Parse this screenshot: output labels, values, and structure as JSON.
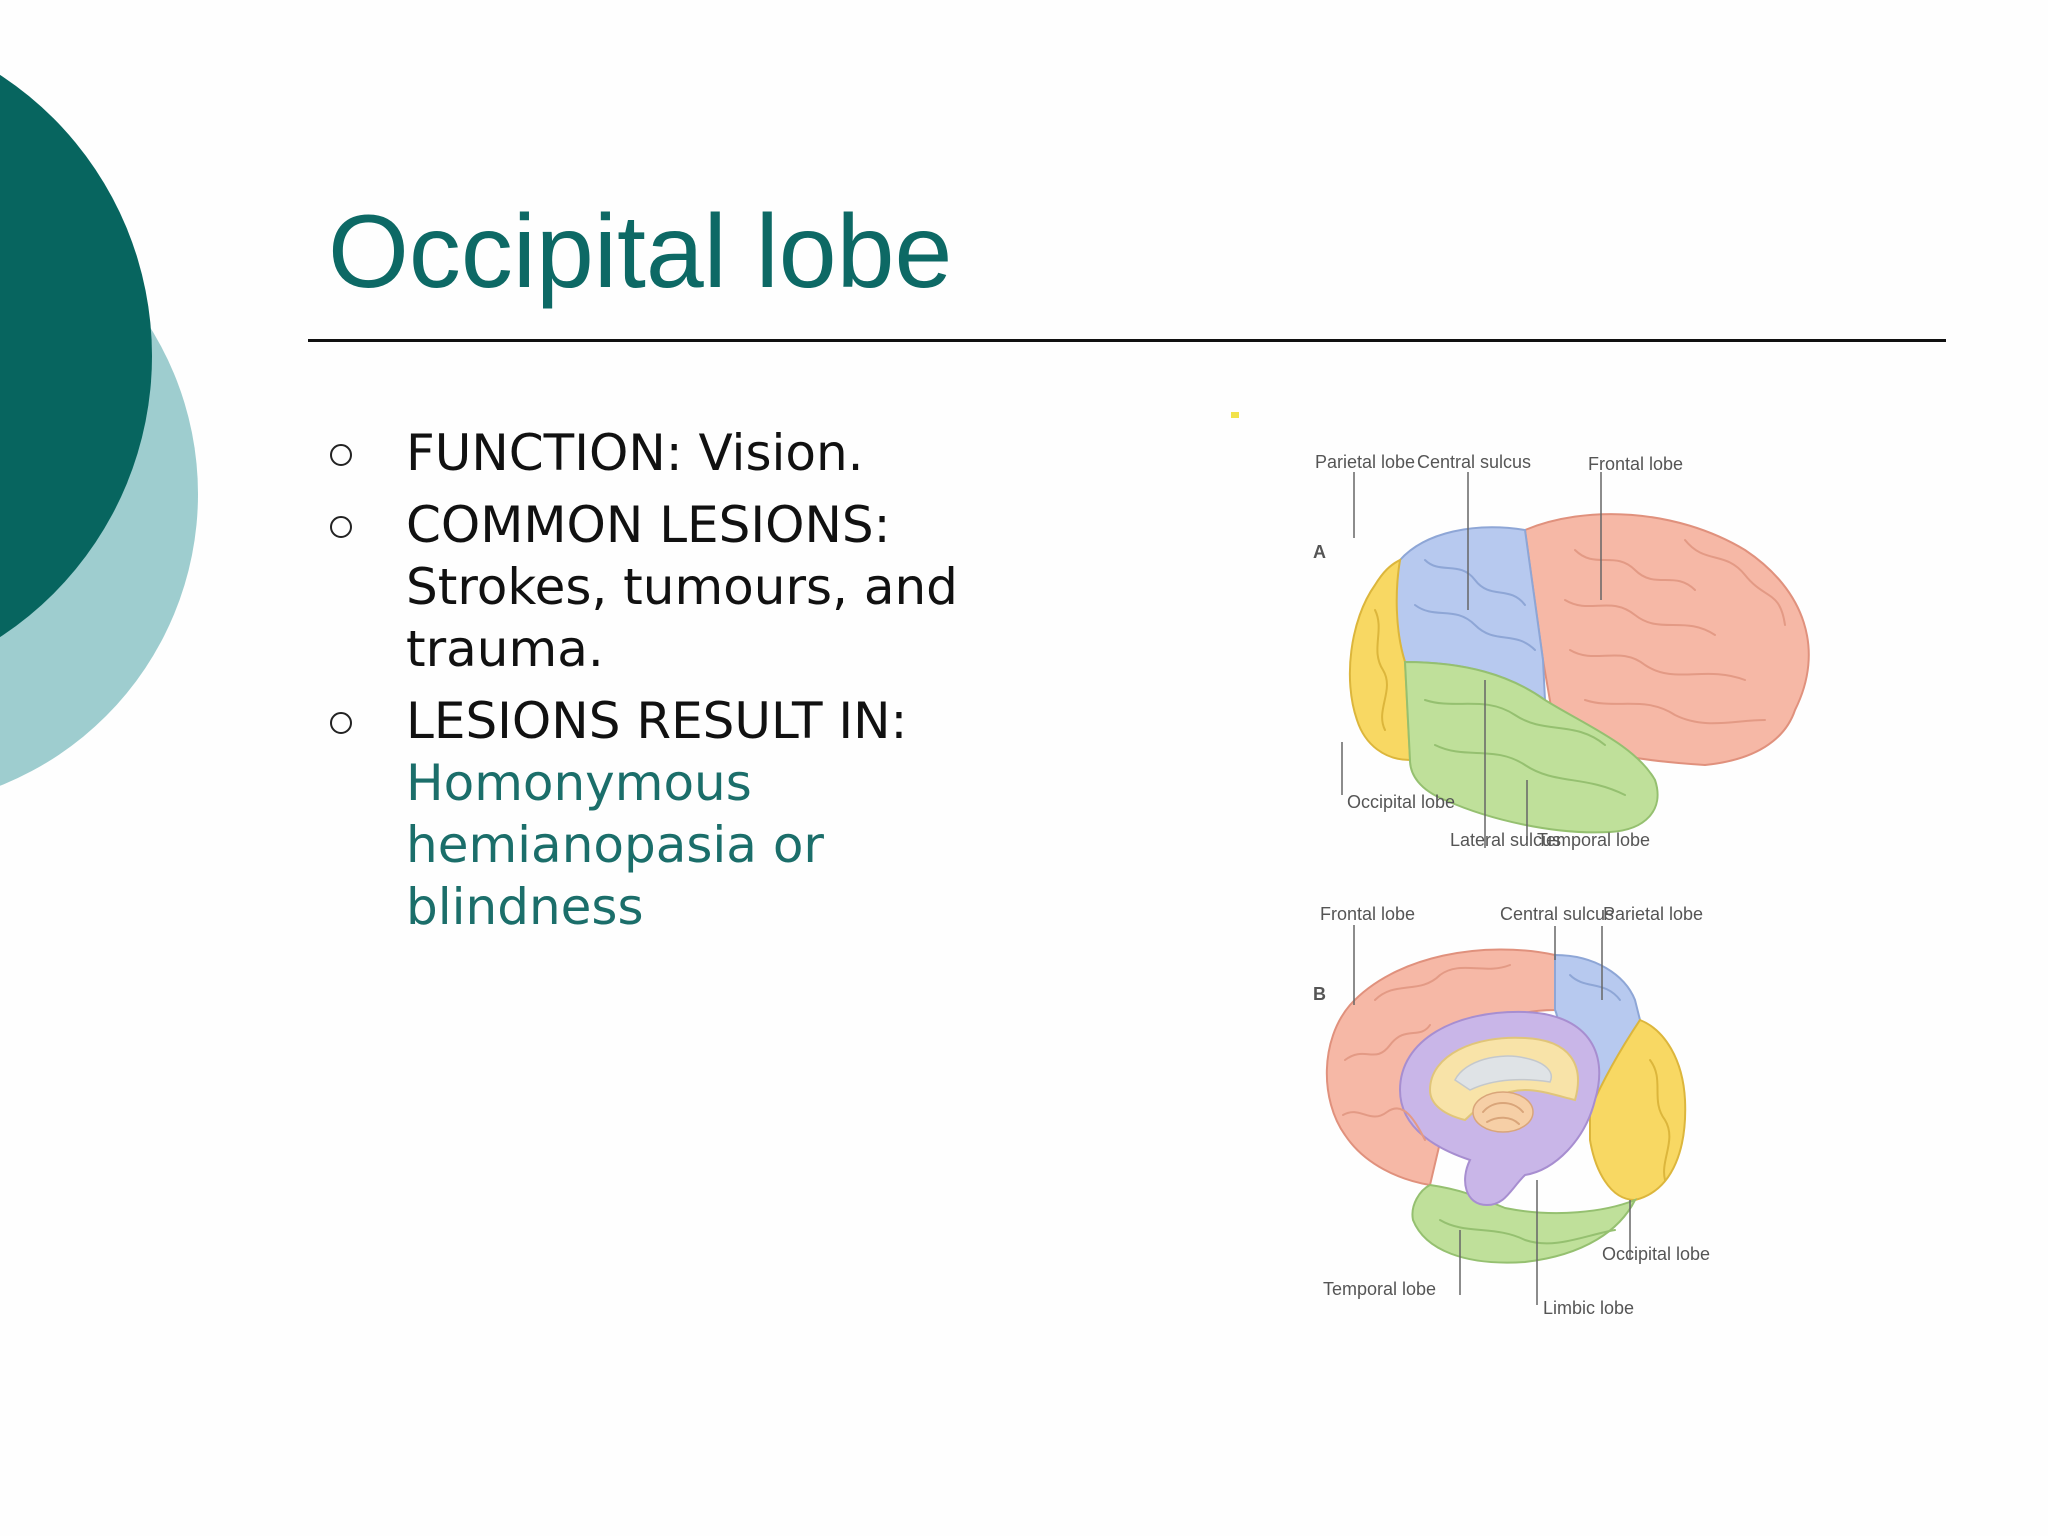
{
  "slide": {
    "title": "Occipital lobe",
    "bullets": [
      {
        "text": "FUNCTION: Vision."
      },
      {
        "text": "COMMON LESIONS: Strokes, tumours, and trauma."
      },
      {
        "text": "LESIONS RESULT IN:",
        "accent_text": "Homonymous hemianopasia or blindness"
      }
    ]
  },
  "diagram": {
    "panel_a": {
      "letter": "A",
      "labels": {
        "parietal": "Parietal lobe",
        "central": "Central sulcus",
        "frontal": "Frontal lobe",
        "occipital": "Occipital lobe",
        "lateral": "Lateral sulcus",
        "temporal": "Temporal lobe"
      }
    },
    "panel_b": {
      "letter": "B",
      "labels": {
        "frontal": "Frontal lobe",
        "central": "Central sulcus",
        "parietal": "Parietal lobe",
        "occipital": "Occipital lobe",
        "temporal": "Temporal lobe",
        "limbic": "Limbic lobe"
      }
    }
  },
  "colors": {
    "teal_dark": "#07655f",
    "teal_light": "#9ecdcf",
    "title": "#0d6965",
    "accent_text": "#1b6e6a",
    "frontal": "#f6b8a6",
    "parietal": "#b7c9ef",
    "occipital": "#f8d863",
    "temporal": "#bfe09a",
    "limbic": "#c9b6e8"
  }
}
